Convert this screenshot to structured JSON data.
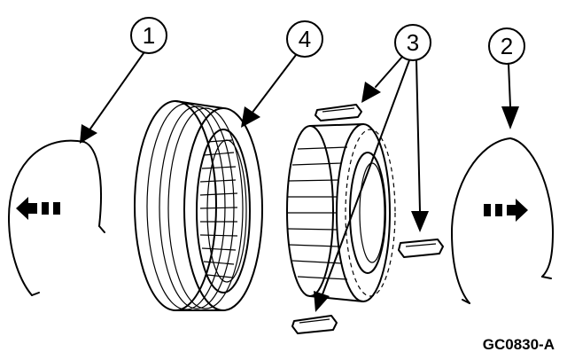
{
  "callouts": [
    {
      "id": "c1",
      "label": "1"
    },
    {
      "id": "c4",
      "label": "4"
    },
    {
      "id": "c3",
      "label": "3"
    },
    {
      "id": "c2",
      "label": "2"
    }
  ],
  "figure_code": "GC0830-A",
  "colors": {
    "line": "#000000",
    "background": "#ffffff"
  }
}
